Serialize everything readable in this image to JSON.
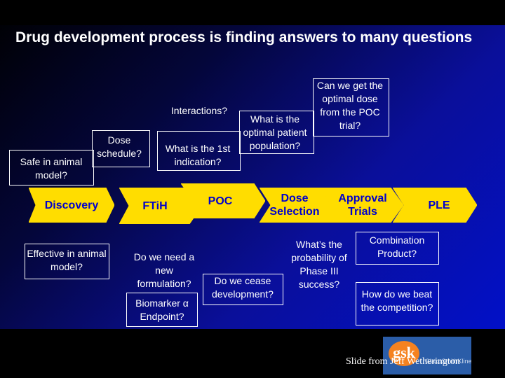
{
  "title": "Drug development process is finding answers to many questions",
  "stages": [
    {
      "label": "Discovery",
      "fill": "#ffdd00"
    },
    {
      "label": "FTiH",
      "fill": "#ffdd00"
    },
    {
      "label": "POC",
      "fill": "#ffdd00"
    },
    {
      "label": "Dose Selection",
      "fill": "#ffdd00"
    },
    {
      "label": "Approval Trials",
      "fill": "#ffdd00"
    },
    {
      "label": "PLE",
      "fill": "#ffdd00"
    }
  ],
  "questions": {
    "safe_animal": "Safe in animal model?",
    "dose_schedule": "Dose schedule?",
    "interactions": "Interactions?",
    "first_indication": "What is the 1st indication?",
    "optimal_patient": "What is the optimal patient population?",
    "optimal_dose_poc": "Can we get the optimal dose from the POC trial?",
    "effective_animal": "Effective in animal model?",
    "new_formulation": "Do we need a new formulation?",
    "biomarker": "Biomarker α Endpoint?",
    "cease_development": "Do we cease development?",
    "phase3_success": "What’s the probability of Phase III success?",
    "combination": "Combination Product?",
    "beat_competition": "How do we beat the competition?"
  },
  "footer": {
    "credit": "Slide from Jeff Wetherington",
    "logo_mark": "gsk",
    "logo_text": "GlaxoSmithKline"
  },
  "colors": {
    "stage_fill": "#ffdd00",
    "stage_text": "#0000cc",
    "logo_bg": "#2b5da8",
    "logo_mark": "#f58220"
  }
}
